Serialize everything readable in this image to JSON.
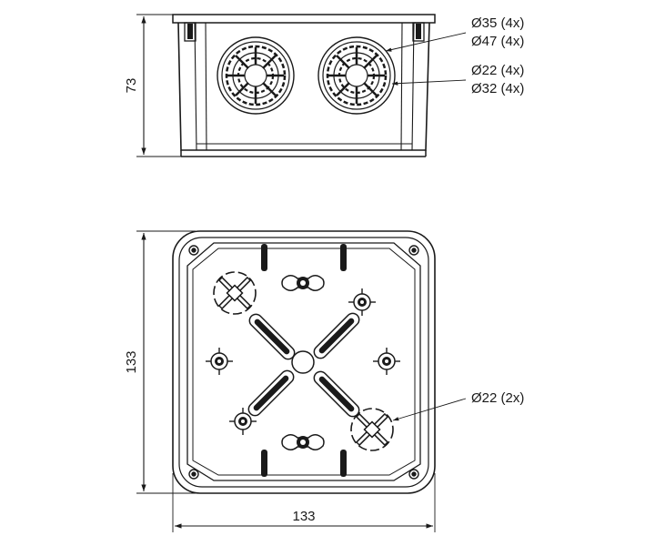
{
  "dimensions": {
    "side_height": "73",
    "top_height": "133",
    "top_width": "133"
  },
  "callouts": {
    "side_outer_a": "Ø35 (4x)",
    "side_outer_b": "Ø47 (4x)",
    "side_inner_a": "Ø22 (4x)",
    "side_inner_b": "Ø32 (4x)",
    "bottom_knockout": "Ø22 (2x)"
  },
  "colors": {
    "line": "#1a1a1a",
    "fill": "#ffffff"
  }
}
